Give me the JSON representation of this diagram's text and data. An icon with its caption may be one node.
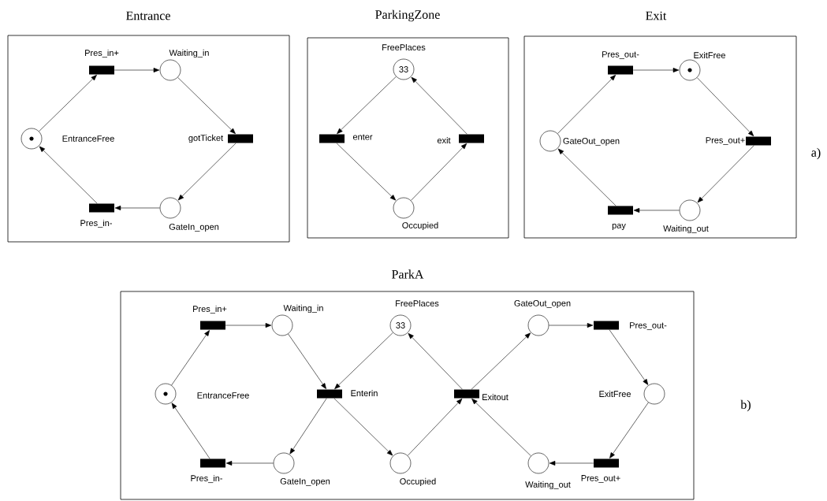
{
  "diagram": {
    "nodes": [
      {
        "text": [
          "Entrance"
        ]
      },
      {
        "text": [],
        "shape": "bar",
        "beside": [
          "Pres_in+"
        ],
        "in": 0
      },
      {
        "text": [],
        "shape": "circle",
        "beside": [
          "Waiting_in"
        ],
        "in": 0
      },
      {
        "text": [],
        "shape": "bar",
        "beside": [
          "gotTicket"
        ],
        "in": 0
      },
      {
        "text": [],
        "shape": "circle",
        "beside": [
          "GateIn_open"
        ],
        "in": 0
      },
      {
        "text": [],
        "shape": "bar",
        "beside": [
          "Pres_in-"
        ],
        "in": 0
      },
      {
        "text": [],
        "shape": "circle",
        "beside": [
          "EntranceFree"
        ],
        "in": 0
      },
      {
        "text": [
          "ParkingZone"
        ]
      },
      {
        "text": [
          "33"
        ],
        "beside": [
          "FreePlaces"
        ],
        "in": 7
      },
      {
        "text": [],
        "shape": "bar",
        "beside": [
          "enter"
        ],
        "in": 7
      },
      {
        "text": [],
        "shape": "bar",
        "beside": [
          "exit"
        ],
        "in": 7
      },
      {
        "text": [],
        "shape": "circle",
        "beside": [
          "Occupied"
        ],
        "in": 7
      },
      {
        "text": [
          "Exit"
        ]
      },
      {
        "text": [],
        "shape": "bar",
        "beside": [
          "Pres_out-"
        ],
        "in": 12
      },
      {
        "text": [],
        "shape": "circle",
        "beside": [
          "ExitFree"
        ],
        "in": 12
      },
      {
        "text": [],
        "shape": "circle",
        "beside": [
          "GateOut_open"
        ],
        "in": 12
      },
      {
        "text": [],
        "shape": "bar",
        "beside": [
          "Pres_out+"
        ],
        "in": 12
      },
      {
        "text": [],
        "shape": "bar",
        "beside": [
          "pay"
        ],
        "in": 12
      },
      {
        "text": [],
        "shape": "circle",
        "beside": [
          "Waiting_out"
        ],
        "in": 12
      },
      {
        "text": [
          "ParkA"
        ]
      },
      {
        "text": [],
        "shape": "bar",
        "beside": [
          "Pres_in+"
        ],
        "in": 19
      },
      {
        "text": [],
        "shape": "circle",
        "beside": [
          "Waiting_in"
        ],
        "in": 19
      },
      {
        "text": [
          "33"
        ],
        "beside": [
          "FreePlaces"
        ],
        "in": 19
      },
      {
        "text": [],
        "shape": "circle",
        "beside": [
          "GateOut_open"
        ],
        "in": 19
      },
      {
        "text": [],
        "shape": "bar",
        "beside": [
          "Pres_out-"
        ],
        "in": 19
      },
      {
        "text": [],
        "shape": "circle",
        "beside": [
          "EntranceFree"
        ],
        "in": 19
      },
      {
        "text": [],
        "shape": "bar",
        "beside": [
          "Enterin"
        ],
        "in": 19
      },
      {
        "text": [],
        "shape": "bar",
        "beside": [
          "Exitout"
        ],
        "in": 19
      },
      {
        "text": [],
        "shape": "circle",
        "beside": [
          "ExitFree"
        ],
        "in": 19
      },
      {
        "text": [],
        "shape": "bar",
        "beside": [
          "Pres_in-"
        ],
        "in": 19
      },
      {
        "text": [],
        "shape": "circle",
        "beside": [
          "GateIn_open"
        ],
        "in": 19
      },
      {
        "text": [],
        "shape": "circle",
        "beside": [
          "Occupied"
        ],
        "in": 19
      },
      {
        "text": [],
        "shape": "circle",
        "beside": [
          "Waiting_out"
        ],
        "in": 19
      },
      {
        "text": [],
        "shape": "bar",
        "beside": [
          "Pres_out+"
        ],
        "in": 19
      }
    ],
    "edges": [
      {
        "from": 6,
        "to": 1,
        "arrow": "to"
      },
      {
        "from": 1,
        "to": 2,
        "arrow": "to"
      },
      {
        "from": 2,
        "to": 3,
        "arrow": "to"
      },
      {
        "from": 3,
        "to": 4,
        "arrow": "to"
      },
      {
        "from": 4,
        "to": 5,
        "arrow": "to"
      },
      {
        "from": 5,
        "to": 6,
        "arrow": "to"
      },
      {
        "from": 8,
        "to": 9,
        "arrow": "to"
      },
      {
        "from": 9,
        "to": 11,
        "arrow": "to"
      },
      {
        "from": 11,
        "to": 10,
        "arrow": "to"
      },
      {
        "from": 10,
        "to": 8,
        "arrow": "to"
      },
      {
        "from": 15,
        "to": 13,
        "arrow": "to"
      },
      {
        "from": 13,
        "to": 14,
        "arrow": "to"
      },
      {
        "from": 14,
        "to": 16,
        "arrow": "to"
      },
      {
        "from": 16,
        "to": 18,
        "arrow": "to"
      },
      {
        "from": 18,
        "to": 17,
        "arrow": "to"
      },
      {
        "from": 17,
        "to": 15,
        "arrow": "to"
      },
      {
        "from": 25,
        "to": 20,
        "arrow": "to"
      },
      {
        "from": 20,
        "to": 21,
        "arrow": "to"
      },
      {
        "from": 21,
        "to": 26,
        "arrow": "to"
      },
      {
        "from": 22,
        "to": 26,
        "arrow": "to"
      },
      {
        "from": 26,
        "to": 30,
        "arrow": "to"
      },
      {
        "from": 26,
        "to": 31,
        "arrow": "to"
      },
      {
        "from": 30,
        "to": 29,
        "arrow": "to"
      },
      {
        "from": 29,
        "to": 25,
        "arrow": "to"
      },
      {
        "from": 31,
        "to": 27,
        "arrow": "to"
      },
      {
        "from": 27,
        "to": 22,
        "arrow": "to"
      },
      {
        "from": 27,
        "to": 23,
        "arrow": "to"
      },
      {
        "from": 23,
        "to": 24,
        "arrow": "to"
      },
      {
        "from": 24,
        "to": 28,
        "arrow": "to"
      },
      {
        "from": 28,
        "to": 33,
        "arrow": "to"
      },
      {
        "from": 33,
        "to": 32,
        "arrow": "to"
      },
      {
        "from": 32,
        "to": 27,
        "arrow": "to"
      }
    ],
    "labels": [
      "a)",
      "b)"
    ]
  }
}
